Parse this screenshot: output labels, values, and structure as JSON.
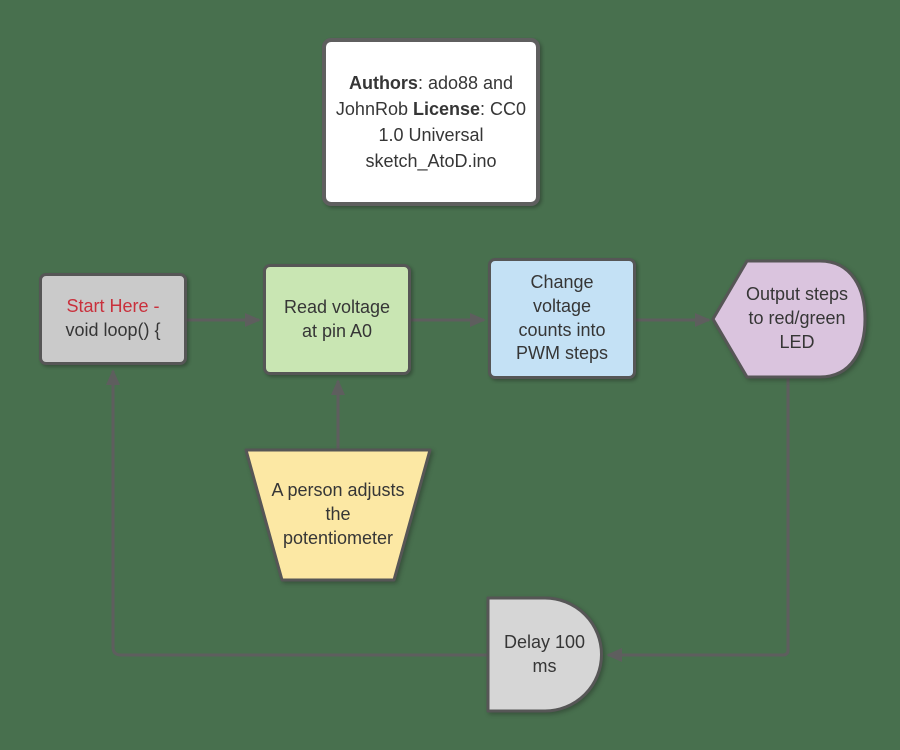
{
  "canvas": {
    "background": "#48704e",
    "line_color": "#5e5e5e",
    "border_color": "#565656",
    "text_color": "#363636"
  },
  "title_card": {
    "authors_label": "Authors",
    "authors_value": ": ado88 and JohnRob",
    "license_label": "License",
    "license_value": ": CC0 1.0 Universal",
    "filename": "sketch_AtoD.ino"
  },
  "nodes": {
    "start": {
      "line1": "Start Here -",
      "line2": "void loop() {",
      "fill": "#cacaca",
      "accent_color": "#c9303c"
    },
    "read_voltage": {
      "lines": [
        "Read voltage",
        "at pin A0"
      ],
      "fill": "#c9e6b3"
    },
    "change_counts": {
      "lines": [
        "Change",
        "voltage",
        "counts into",
        "PWM steps"
      ],
      "fill": "#c4e1f5"
    },
    "output_led": {
      "lines": [
        "Output steps",
        "to red/green",
        "LED"
      ],
      "fill": "#dac4de"
    },
    "person_adjusts": {
      "lines": [
        "A person adjusts",
        "the",
        "potentiometer"
      ],
      "fill": "#fce8a4"
    },
    "delay": {
      "lines": [
        "Delay 100",
        "ms"
      ],
      "fill": "#d6d6d6"
    }
  },
  "edges": [
    {
      "from": "start",
      "to": "read_voltage"
    },
    {
      "from": "read_voltage",
      "to": "change_counts"
    },
    {
      "from": "change_counts",
      "to": "output_led"
    },
    {
      "from": "person_adjusts",
      "to": "read_voltage"
    },
    {
      "from": "output_led",
      "to": "delay"
    },
    {
      "from": "delay",
      "to": "start"
    }
  ]
}
